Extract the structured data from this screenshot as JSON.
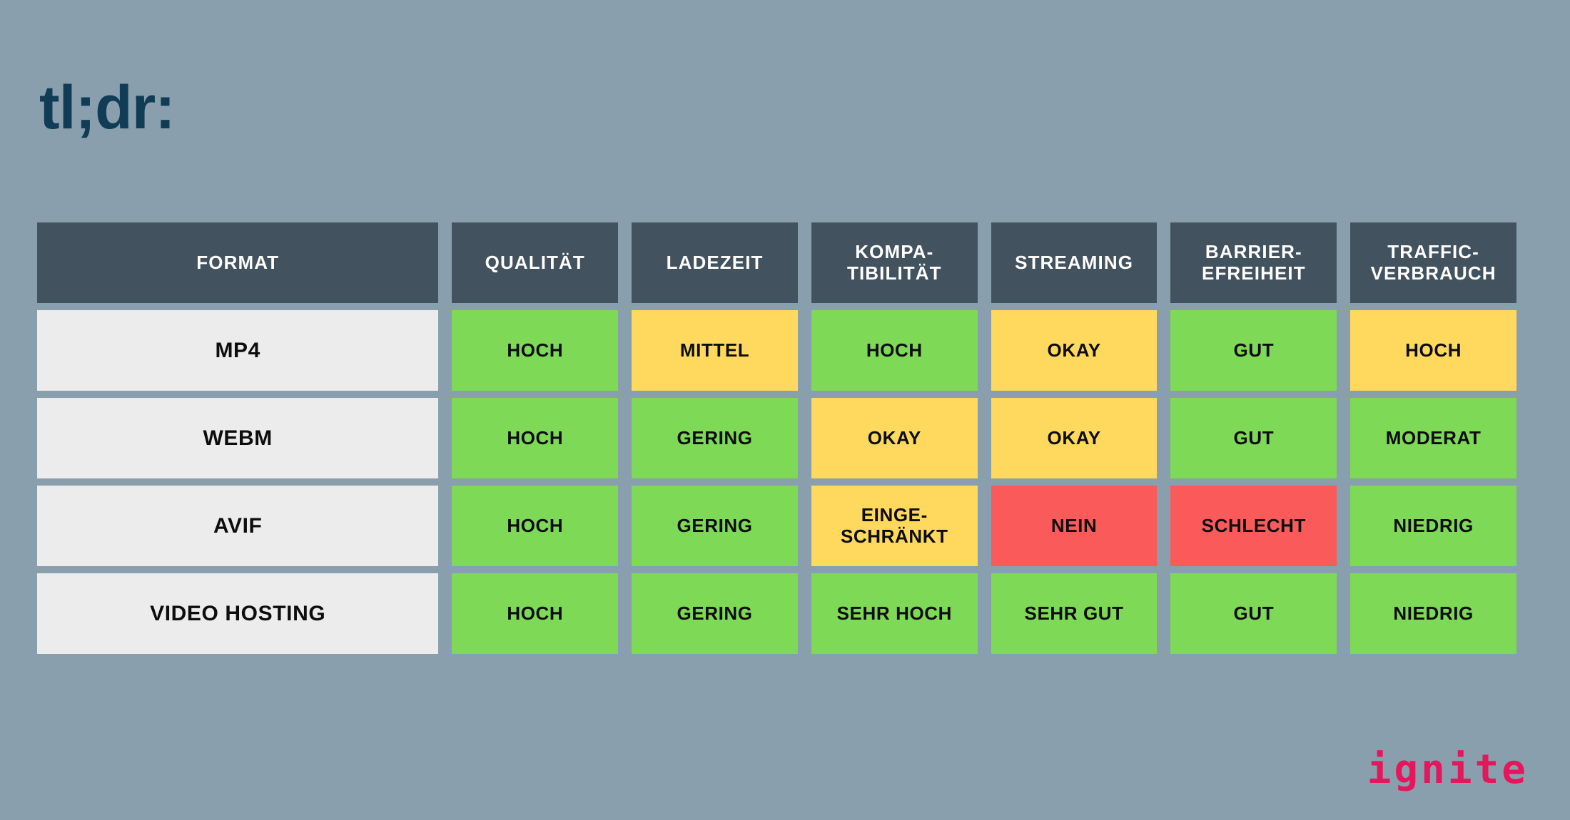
{
  "slide": {
    "background_color": "#8a9fae",
    "title": "tl;dr:",
    "title_color": "#113c56"
  },
  "logo": {
    "text": "ignite",
    "color": "#e4175c"
  },
  "palette": {
    "header_bg": "#43525f",
    "header_text": "#ffffff",
    "format_bg": "#ececec",
    "good": "#7ed957",
    "warn": "#ffd95e",
    "bad": "#fb5a5a",
    "cell_text": "#0d0d0d"
  },
  "table": {
    "headers": [
      "FORMAT",
      "QUALITÄT",
      "LADEZEIT",
      "KOMPA-\nTIBILITÄT",
      "STREAMING",
      "BARRIER-\nEFREIHEIT",
      "TRAFFIC-\nVERBRAUCH"
    ],
    "rows": [
      {
        "format": "MP4",
        "cells": [
          {
            "label": "HOCH",
            "rating": "good"
          },
          {
            "label": "MITTEL",
            "rating": "warn"
          },
          {
            "label": "HOCH",
            "rating": "good"
          },
          {
            "label": "OKAY",
            "rating": "warn"
          },
          {
            "label": "GUT",
            "rating": "good"
          },
          {
            "label": "HOCH",
            "rating": "warn"
          }
        ]
      },
      {
        "format": "WEBM",
        "cells": [
          {
            "label": "HOCH",
            "rating": "good"
          },
          {
            "label": "GERING",
            "rating": "good"
          },
          {
            "label": "OKAY",
            "rating": "warn"
          },
          {
            "label": "OKAY",
            "rating": "warn"
          },
          {
            "label": "GUT",
            "rating": "good"
          },
          {
            "label": "MODERAT",
            "rating": "good"
          }
        ]
      },
      {
        "format": "AVIF",
        "cells": [
          {
            "label": "HOCH",
            "rating": "good"
          },
          {
            "label": "GERING",
            "rating": "good"
          },
          {
            "label": "EINGE-\nSCHRÄNKT",
            "rating": "warn"
          },
          {
            "label": "NEIN",
            "rating": "bad"
          },
          {
            "label": "SCHLECHT",
            "rating": "bad"
          },
          {
            "label": "NIEDRIG",
            "rating": "good"
          }
        ]
      },
      {
        "format": "VIDEO HOSTING",
        "cells": [
          {
            "label": "HOCH",
            "rating": "good"
          },
          {
            "label": "GERING",
            "rating": "good"
          },
          {
            "label": "SEHR HOCH",
            "rating": "good"
          },
          {
            "label": "SEHR GUT",
            "rating": "good"
          },
          {
            "label": "GUT",
            "rating": "good"
          },
          {
            "label": "NIEDRIG",
            "rating": "good"
          }
        ]
      }
    ]
  }
}
